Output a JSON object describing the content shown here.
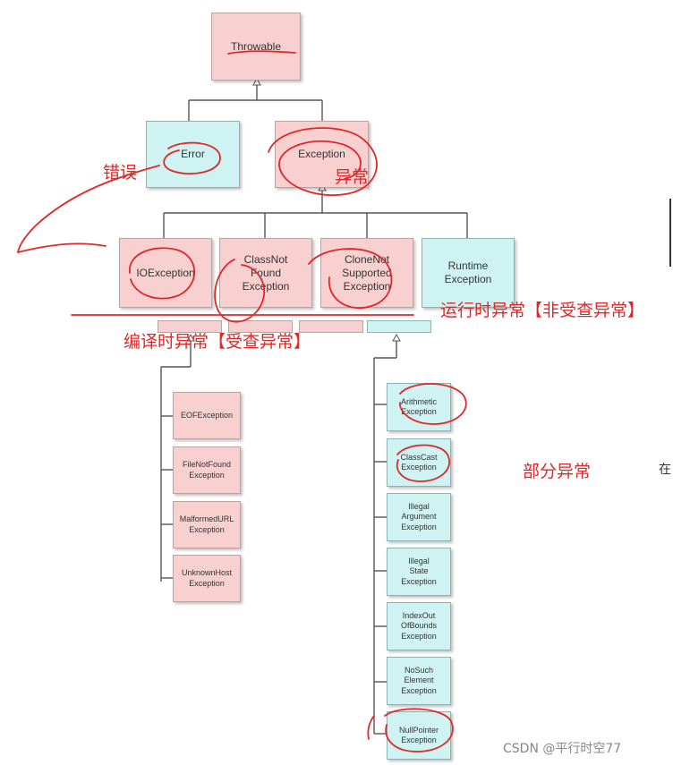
{
  "nodes": {
    "throwable": "Throwable",
    "error": "Error",
    "exception": "Exception",
    "io_exception": "IOException",
    "class_not_found": "ClassNot\nFound\nException",
    "clone_not_supported": "CloneNot\nSupported\nException",
    "runtime_exception": "Runtime\nException",
    "eof_exception": "EOFException",
    "file_not_found": "FileNotFound\nException",
    "malformed_url": "MalformedURL\nException",
    "unknown_host": "UnknownHost\nException",
    "arithmetic": "Arithmetic\nException",
    "class_cast": "ClassCast\nException",
    "illegal_argument": "Illegal\nArgument\nException",
    "illegal_state": "Illegal\nState\nException",
    "index_out_of_bounds": "IndexOut\nOfBounds\nException",
    "no_such_element": "NoSuch\nElement\nException",
    "null_pointer": "NullPointer\nException"
  },
  "annotations": {
    "error": "错误",
    "exception": "异常",
    "runtime": "运行时异常【非受查异常】",
    "compile": "编译时异常【受查异常】",
    "partial": "部分异常",
    "side_note": "在"
  },
  "watermark": "CSDN @平行时空77",
  "colors": {
    "checked_fill": "#f8d0d0",
    "runtime_fill": "#cff3f3",
    "annotation_red": "#e02828"
  }
}
